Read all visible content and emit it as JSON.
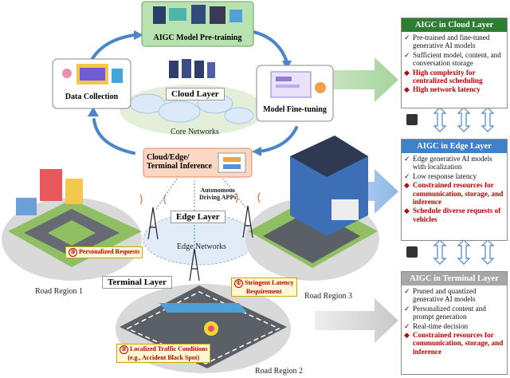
{
  "cycle": {
    "pretraining": "AIGC Model Pre-training",
    "data_collection": "Data Collection",
    "fine_tuning": "Model Fine-tuning",
    "cloud_layer": "Cloud Layer",
    "core_networks": "Core Networks",
    "inference_line1": "Cloud/Edge/",
    "inference_line2": "Terminal Inference"
  },
  "edge": {
    "edge_layer": "Edge Layer",
    "edge_networks": "Edge Networks",
    "apps_line1": "Autonomous",
    "apps_line2": "Driving APPs"
  },
  "terminal": {
    "terminal_layer": "Terminal Layer",
    "road1": "Road Region 1",
    "road2": "Road Region 2",
    "road3": "Road Region 3",
    "req3_num": "③",
    "req3": "Personalized Requests",
    "req1_num": "①",
    "req1_line1": "Stringent Latency",
    "req1_line2": "Requirement",
    "req2_num": "②",
    "req2_line1": "Localized Traffic Conditions",
    "req2_line2": "(e.g., Accident Black Spot)"
  },
  "panels": {
    "cloud": {
      "title": "AIGC in Cloud Layer",
      "items": [
        {
          "mark": "✓",
          "text": "Pre-trained and fine-tuned generative AI models"
        },
        {
          "mark": "✓",
          "text": "Sufficient model, content, and conversation storage"
        },
        {
          "mark": "◆",
          "text": "High complexity for centralized scheduling"
        },
        {
          "mark": "◆",
          "text": "High network latency"
        }
      ]
    },
    "edge": {
      "title": "AIGC in Edge Layer",
      "items": [
        {
          "mark": "✓",
          "text": "Edge generative AI models with localization"
        },
        {
          "mark": "✓",
          "text": "Low response latency"
        },
        {
          "mark": "◆",
          "text": "Constrained resources for communication, storage, and inference"
        },
        {
          "mark": "◆",
          "text": "Schedule diverse requests of vehicles"
        }
      ]
    },
    "terminal": {
      "title": "AIGC in Terminal Layer",
      "items": [
        {
          "mark": "✓",
          "text": "Pruned and quantized generative AI models"
        },
        {
          "mark": "✓",
          "text": "Personalized content and prompt generation"
        },
        {
          "mark": "✓",
          "text": "Real-time decision"
        },
        {
          "mark": "◆",
          "text": "Constrained resources for communication, storage, and inference"
        }
      ]
    }
  },
  "colors": {
    "cloud_header": "#2e7d32",
    "edge_header": "#3f82c9",
    "terminal_header": "#a6a6a6",
    "cycle_arrow": "#4a86c8",
    "pretrain_box": "#b8e3b0",
    "inference_box": "#fbd7c4",
    "con_text": "#c00000"
  }
}
